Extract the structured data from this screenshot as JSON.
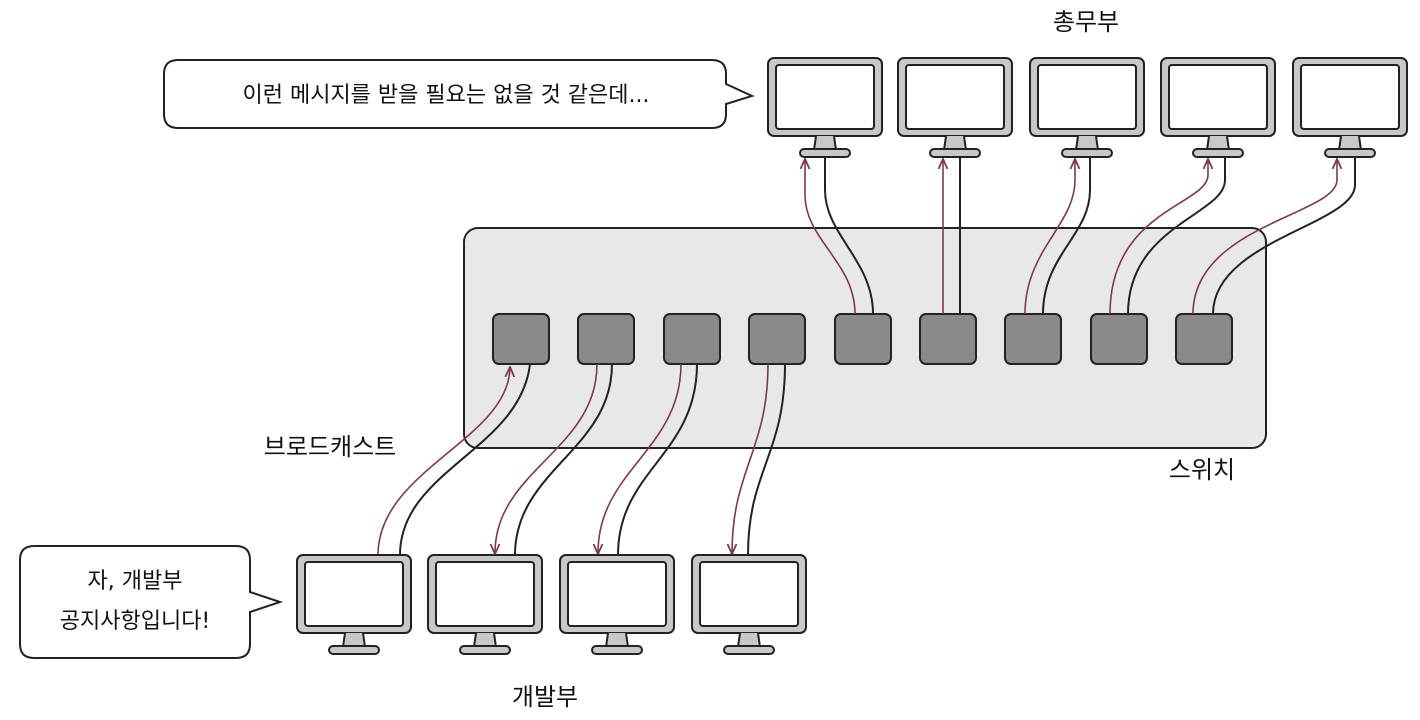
{
  "labels": {
    "top_group": "총무부",
    "bottom_group": "개발부",
    "switch": "스위치",
    "broadcast": "브로드캐스트"
  },
  "bubbles": {
    "top": "이런 메시지를 받을 필요는 없을 것 같은데...",
    "bottom_line1": "자, 개발부",
    "bottom_line2": "공지사항입니다!"
  },
  "colors": {
    "signal_arrow": "#7a3a4c",
    "cable": "#222222",
    "switch_body": "#e8e8e8",
    "port": "#8a8a8a",
    "monitor_frame": "#c8c8c8"
  },
  "switch_ports": 9,
  "top_monitors": 5,
  "bottom_monitors": 4
}
